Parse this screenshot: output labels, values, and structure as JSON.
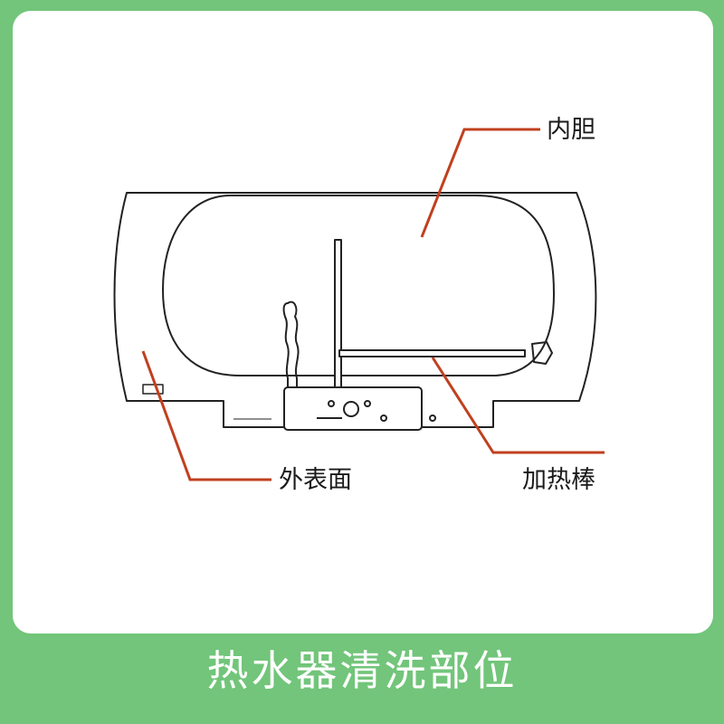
{
  "labels": {
    "inner_tank": "内胆",
    "outer_surface": "外表面",
    "heating_rod": "加热棒"
  },
  "caption": "热水器清洗部位",
  "colors": {
    "background": "#72c57a",
    "leader_line": "#c0401f"
  }
}
